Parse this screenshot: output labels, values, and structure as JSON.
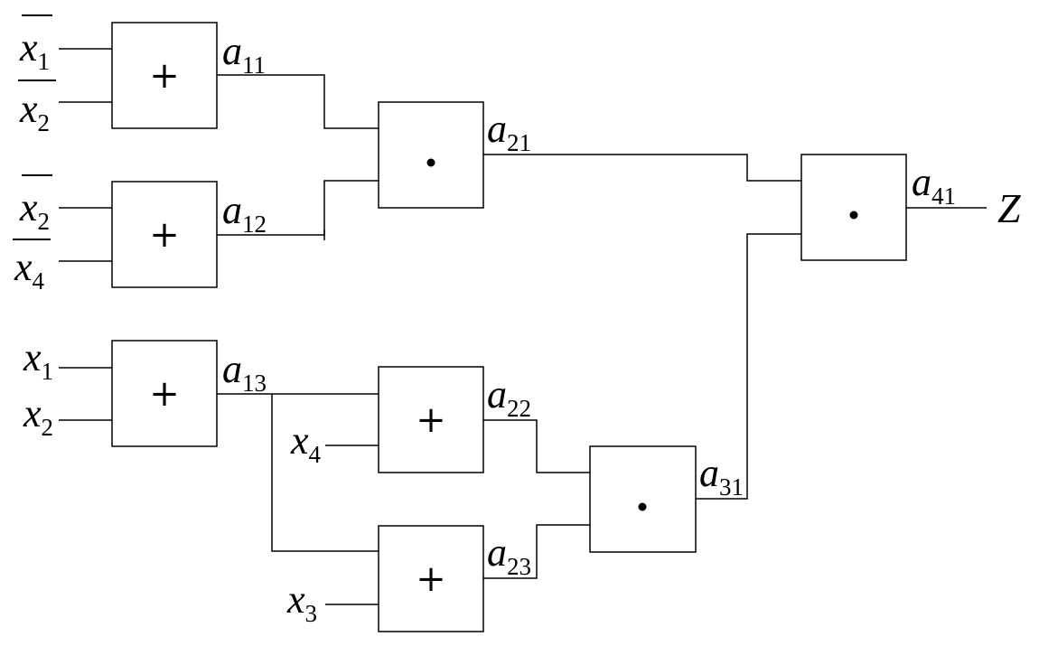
{
  "colors": {
    "stroke": "#000000",
    "background": "#ffffff"
  },
  "operators": {
    "or": "+",
    "and": "•"
  },
  "inputs": [
    {
      "var": "x",
      "sub": "1",
      "inverted": true
    },
    {
      "var": "x",
      "sub": "2",
      "inverted": true
    },
    {
      "var": "x",
      "sub": "2",
      "inverted": true
    },
    {
      "var": "x",
      "sub": "4",
      "inverted": true
    },
    {
      "var": "x",
      "sub": "1",
      "inverted": false
    },
    {
      "var": "x",
      "sub": "2",
      "inverted": false
    },
    {
      "var": "x",
      "sub": "4",
      "inverted": false
    },
    {
      "var": "x",
      "sub": "3",
      "inverted": false
    }
  ],
  "blocks": [
    {
      "id": "a11",
      "op": "+",
      "label": "a",
      "sub": "11",
      "inputs": [
        "not x1",
        "not x2"
      ]
    },
    {
      "id": "a12",
      "op": "+",
      "label": "a",
      "sub": "12",
      "inputs": [
        "not x2",
        "not x4"
      ]
    },
    {
      "id": "a13",
      "op": "+",
      "label": "a",
      "sub": "13",
      "inputs": [
        "x1",
        "x2"
      ]
    },
    {
      "id": "a21",
      "op": "•",
      "label": "a",
      "sub": "21",
      "inputs": [
        "a11",
        "a12"
      ]
    },
    {
      "id": "a22",
      "op": "+",
      "label": "a",
      "sub": "22",
      "inputs": [
        "a13",
        "x4"
      ]
    },
    {
      "id": "a23",
      "op": "+",
      "label": "a",
      "sub": "23",
      "inputs": [
        "a13",
        "x3"
      ]
    },
    {
      "id": "a31",
      "op": "•",
      "label": "a",
      "sub": "31",
      "inputs": [
        "a22",
        "a23"
      ]
    },
    {
      "id": "a41",
      "op": "•",
      "label": "a",
      "sub": "41",
      "inputs": [
        "a21",
        "a31"
      ]
    }
  ],
  "output": {
    "label": "Z"
  }
}
